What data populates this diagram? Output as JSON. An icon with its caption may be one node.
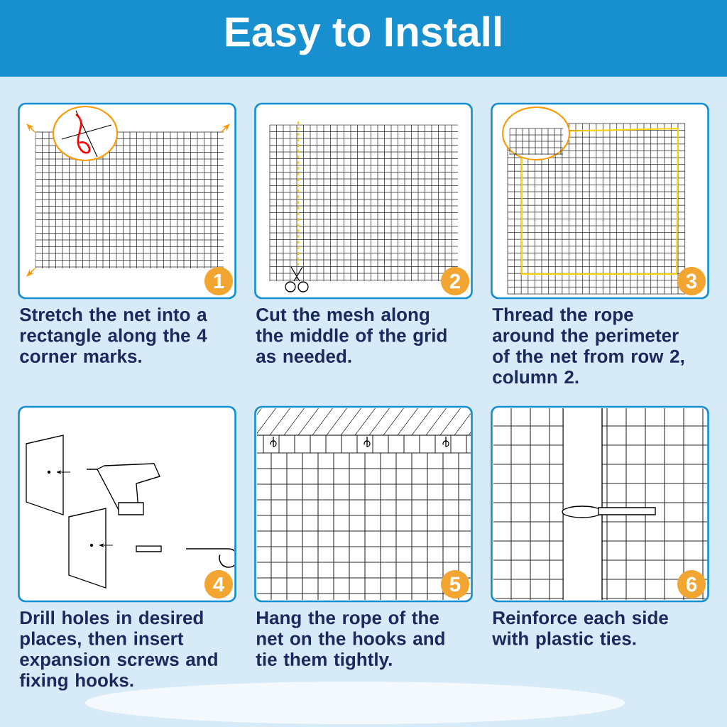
{
  "diagram": {
    "title": "Easy to Install",
    "nodes": [
      {
        "text": [
          "Stretch the net into a rectangle along the 4 corner marks."
        ]
      },
      {
        "text": [
          "1"
        ],
        "in": 0
      },
      {
        "text": [
          "Cut the mesh along the middle of the grid as needed."
        ]
      },
      {
        "text": [
          "2"
        ],
        "in": 2
      },
      {
        "text": [
          "Thread the rope around the perimeter of the net from row 2, column 2."
        ]
      },
      {
        "text": [
          "3"
        ],
        "in": 4
      },
      {
        "text": [
          "Drill holes in desired places, then insert expansion screws and fixing hooks."
        ]
      },
      {
        "text": [
          "4"
        ],
        "in": 6
      },
      {
        "text": [
          "Hang the rope of the net on the hooks and tie them tightly."
        ]
      },
      {
        "text": [
          "5"
        ],
        "in": 8
      },
      {
        "text": [
          "Reinforce each side with plastic ties."
        ]
      },
      {
        "text": [
          "6"
        ],
        "in": 10
      }
    ]
  }
}
